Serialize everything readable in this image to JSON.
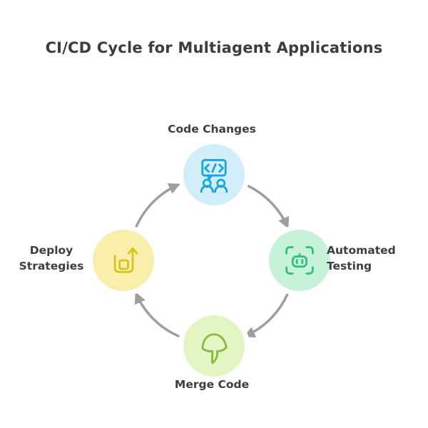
{
  "title": "CI/CD Cycle for Multiagent Applications",
  "cycle": {
    "direction": "clockwise",
    "arrow_color": "#9e9e9e",
    "nodes": [
      {
        "id": "code-changes",
        "label": "Code Changes",
        "position": "top",
        "icon": "code-discussion-icon",
        "circle_fill": "#d2eefa",
        "icon_stroke": "#1ba5d8"
      },
      {
        "id": "automated-testing",
        "label": "Automated Testing",
        "position": "right",
        "icon": "robot-scan-icon",
        "circle_fill": "#c6f2da",
        "icon_stroke": "#31c180"
      },
      {
        "id": "merge-code",
        "label": "Merge Code",
        "position": "bottom",
        "icon": "ginkgo-leaf-icon",
        "circle_fill": "#e3f5c3",
        "icon_stroke": "#8ab943"
      },
      {
        "id": "deploy-strategies",
        "label": "Deploy Strategies",
        "position": "left",
        "icon": "deploy-arrow-icon",
        "circle_fill": "#f9efab",
        "icon_stroke": "#d4c41c"
      }
    ]
  }
}
